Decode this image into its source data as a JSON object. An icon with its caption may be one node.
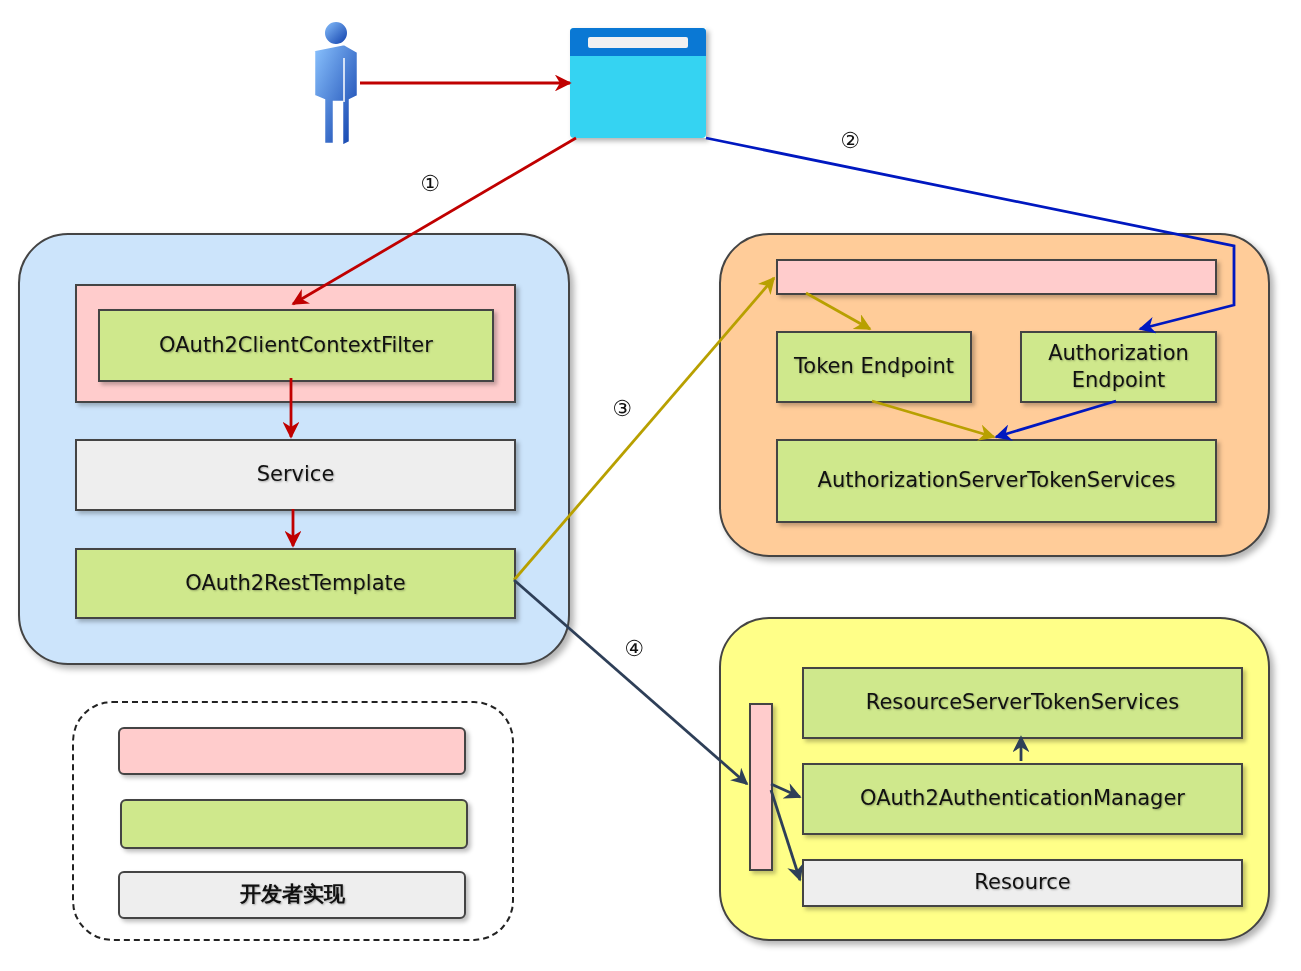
{
  "diagram": {
    "nodes": [
      {
        "text": [],
        "shape": "person"
      },
      {
        "text": [],
        "shape": "box"
      },
      {
        "text": [],
        "shape": "box"
      },
      {
        "text": [],
        "shape": "box",
        "in": 2
      },
      {
        "text": [
          "OAuth2ClientContextFilter"
        ],
        "in": 3
      },
      {
        "text": [
          "Service"
        ],
        "in": 2
      },
      {
        "text": [
          "OAuth2RestTemplate"
        ],
        "in": 2
      },
      {
        "text": [],
        "shape": "box"
      },
      {
        "text": [],
        "shape": "box",
        "in": 7
      },
      {
        "text": [
          "Token Endpoint"
        ],
        "in": 7
      },
      {
        "text": [
          "Authorization Endpoint"
        ],
        "in": 7
      },
      {
        "text": [
          "AuthorizationServerTokenServices"
        ],
        "in": 7
      },
      {
        "text": [],
        "shape": "box"
      },
      {
        "text": [],
        "shape": "bar",
        "in": 12
      },
      {
        "text": [
          "ResourceServerTokenServices"
        ],
        "in": 12
      },
      {
        "text": [
          "OAuth2AuthenticationManager"
        ],
        "in": 12
      },
      {
        "text": [
          "Resource"
        ],
        "in": 12
      },
      {
        "text": [],
        "shape": "box"
      },
      {
        "text": [],
        "shape": "box",
        "in": 17
      },
      {
        "text": [],
        "shape": "box",
        "in": 17
      },
      {
        "text": [
          "开发者实现"
        ],
        "in": 17
      }
    ],
    "edges": [
      {
        "from": 0,
        "to": 1,
        "arrow": "to",
        "color": "#c00000"
      },
      {
        "from": 1,
        "to": 4,
        "arrow": "to",
        "color": "#c00000",
        "label": "①"
      },
      {
        "from": 1,
        "to": 10,
        "arrow": "to",
        "color": "#0018c0",
        "label": "②"
      },
      {
        "from": 4,
        "to": 5,
        "arrow": "to",
        "color": "#c00000"
      },
      {
        "from": 5,
        "to": 6,
        "arrow": "to",
        "color": "#c00000"
      },
      {
        "from": 6,
        "to": 8,
        "arrow": "to",
        "color": "#b8a000",
        "label": "③"
      },
      {
        "from": 8,
        "to": 9,
        "arrow": "to",
        "color": "#b8a000"
      },
      {
        "from": 9,
        "to": 11,
        "arrow": "to",
        "color": "#b8a000"
      },
      {
        "from": 10,
        "to": 11,
        "arrow": "to",
        "color": "#0018c0"
      },
      {
        "from": 6,
        "to": 13,
        "arrow": "to",
        "color": "#2e3f58",
        "label": "④"
      },
      {
        "from": 13,
        "to": 15,
        "arrow": "to",
        "color": "#2e3f58"
      },
      {
        "from": 13,
        "to": 16,
        "arrow": "to",
        "color": "#2e3f58"
      },
      {
        "from": 15,
        "to": 14,
        "arrow": "to",
        "color": "#2e3f58"
      }
    ]
  }
}
